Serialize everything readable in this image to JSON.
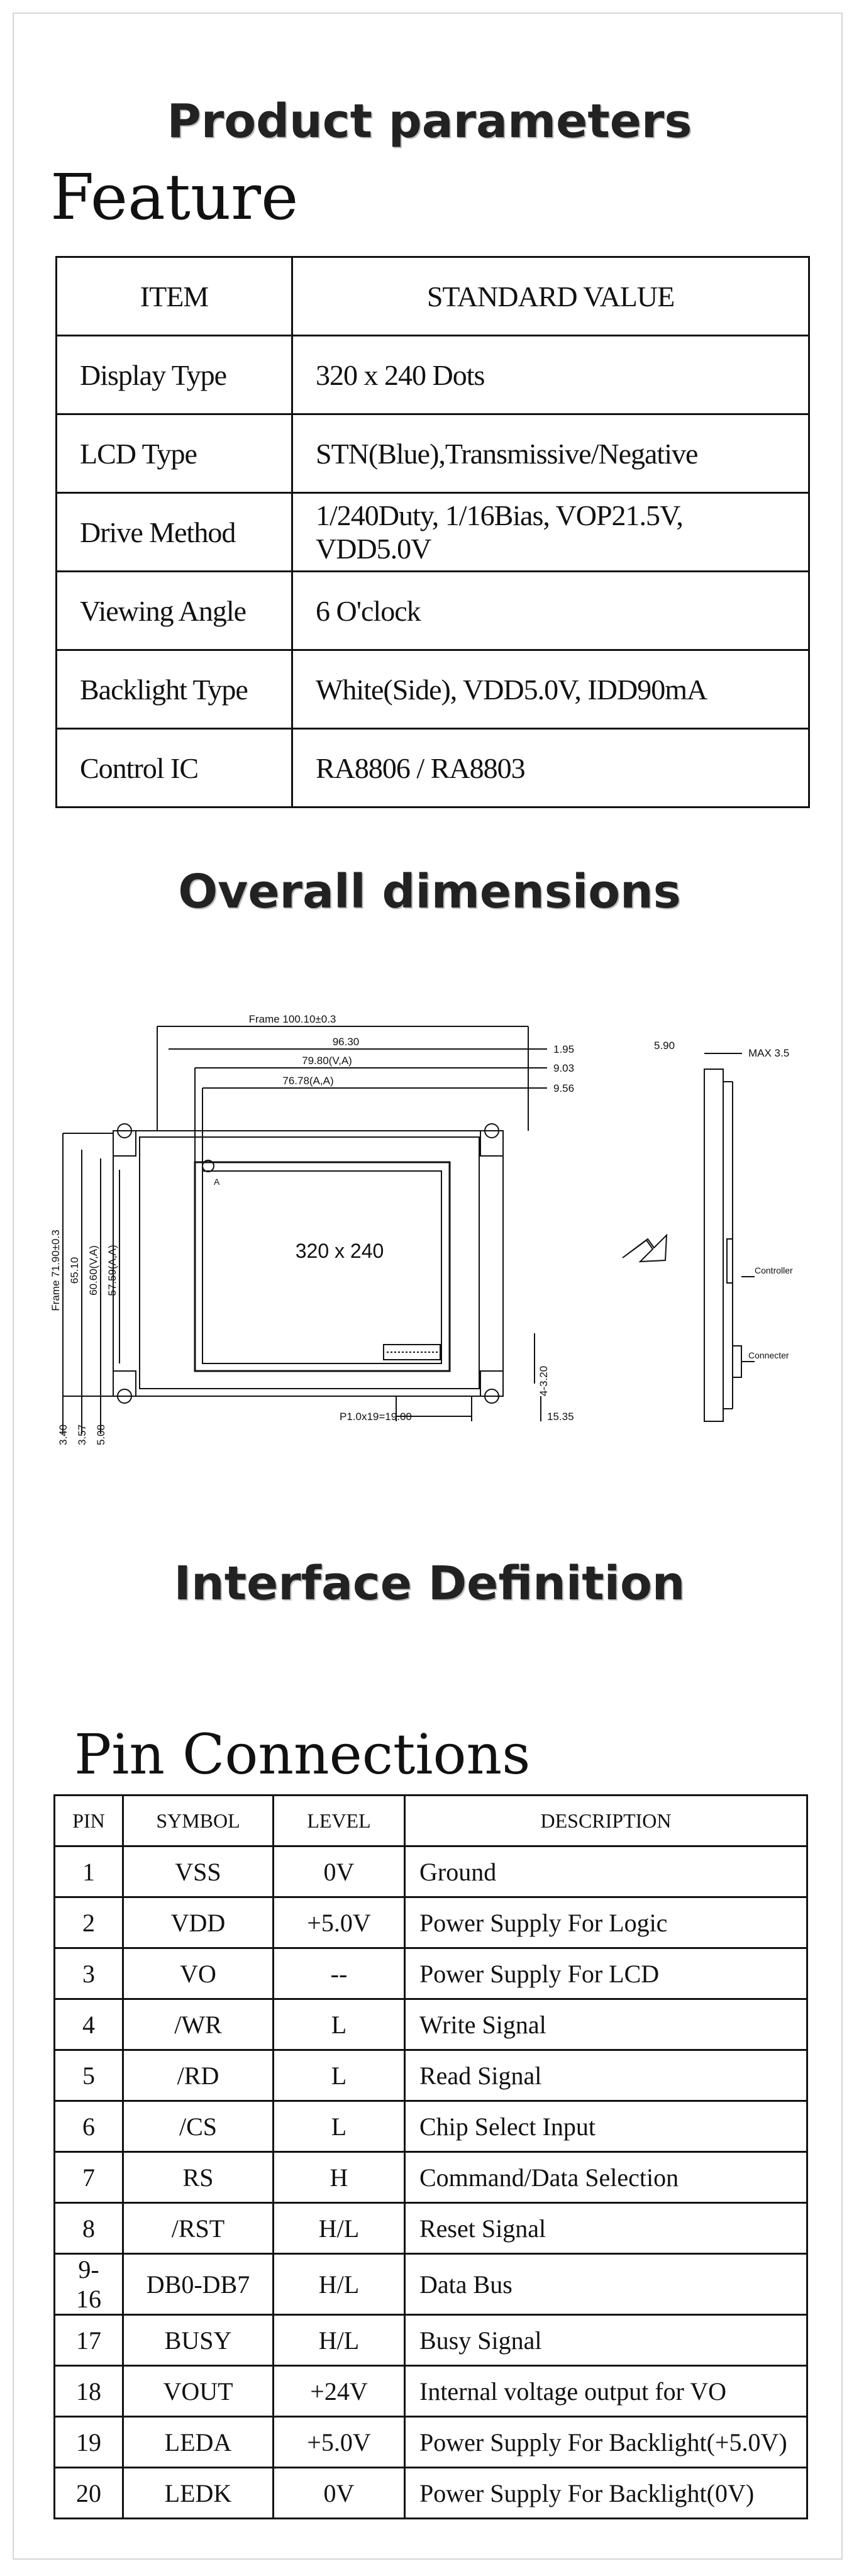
{
  "headings": {
    "product_parameters": "Product parameters",
    "feature": "Feature",
    "overall_dimensions": "Overall dimensions",
    "interface_definition": "Interface Definition",
    "pin_connections": "Pin Connections"
  },
  "feature_table": {
    "headers": [
      "ITEM",
      "STANDARD VALUE"
    ],
    "rows": [
      {
        "item": "Display Type",
        "value": "320 x 240 Dots"
      },
      {
        "item": "LCD Type",
        "value": "STN(Blue),Transmissive/Negative"
      },
      {
        "item": "Drive Method",
        "value": "1/240Duty, 1/16Bias, VOP21.5V, VDD5.0V"
      },
      {
        "item": "Viewing Angle",
        "value": "6 O'clock"
      },
      {
        "item": "Backlight Type",
        "value": "White(Side), VDD5.0V, IDD90mA"
      },
      {
        "item": "Control IC",
        "value": "RA8806 / RA8803"
      }
    ]
  },
  "drawing": {
    "frame_w": "Frame 100.10±0.3",
    "w1": "96.30",
    "w2": "79.80(V,A)",
    "w3": "76.78(A,A)",
    "r1": "1.95",
    "r2": "9.03",
    "r3": "9.56",
    "frame_h": "Frame 71.90±0.3",
    "h1": "65.10",
    "h2": "60.60(V,A)",
    "h3": "57.59(A,A)",
    "b1": "3.40",
    "b2": "3.57",
    "b3": "5.08",
    "center": "320 x 240",
    "corner": "A",
    "pitch": "P1.0x19=19.00",
    "br1": "4-3.20",
    "br2": "15.35",
    "side_w": "5.90",
    "side_max": "MAX 3.5",
    "controller": "Controller",
    "connector": "Connecter"
  },
  "pin_table": {
    "headers": [
      "PIN",
      "SYMBOL",
      "LEVEL",
      "DESCRIPTION"
    ],
    "rows": [
      {
        "pin": "1",
        "symbol": "VSS",
        "level": "0V",
        "desc": "Ground"
      },
      {
        "pin": "2",
        "symbol": "VDD",
        "level": "+5.0V",
        "desc": "Power Supply For Logic"
      },
      {
        "pin": "3",
        "symbol": "VO",
        "level": "--",
        "desc": "Power Supply For LCD"
      },
      {
        "pin": "4",
        "symbol": "/WR",
        "level": "L",
        "desc": "Write Signal"
      },
      {
        "pin": "5",
        "symbol": "/RD",
        "level": "L",
        "desc": "Read Signal"
      },
      {
        "pin": "6",
        "symbol": "/CS",
        "level": "L",
        "desc": "Chip Select Input"
      },
      {
        "pin": "7",
        "symbol": "RS",
        "level": "H",
        "desc": "Command/Data Selection"
      },
      {
        "pin": "8",
        "symbol": "/RST",
        "level": "H/L",
        "desc": "Reset Signal"
      },
      {
        "pin": "9-16",
        "symbol": "DB0-DB7",
        "level": "H/L",
        "desc": "Data Bus"
      },
      {
        "pin": "17",
        "symbol": "BUSY",
        "level": "H/L",
        "desc": "Busy Signal"
      },
      {
        "pin": "18",
        "symbol": "VOUT",
        "level": "+24V",
        "desc": "Internal voltage output for VO"
      },
      {
        "pin": "19",
        "symbol": "LEDA",
        "level": "+5.0V",
        "desc": "Power Supply For Backlight(+5.0V)"
      },
      {
        "pin": "20",
        "symbol": "LEDK",
        "level": "0V",
        "desc": "Power Supply For Backlight(0V)"
      }
    ]
  }
}
